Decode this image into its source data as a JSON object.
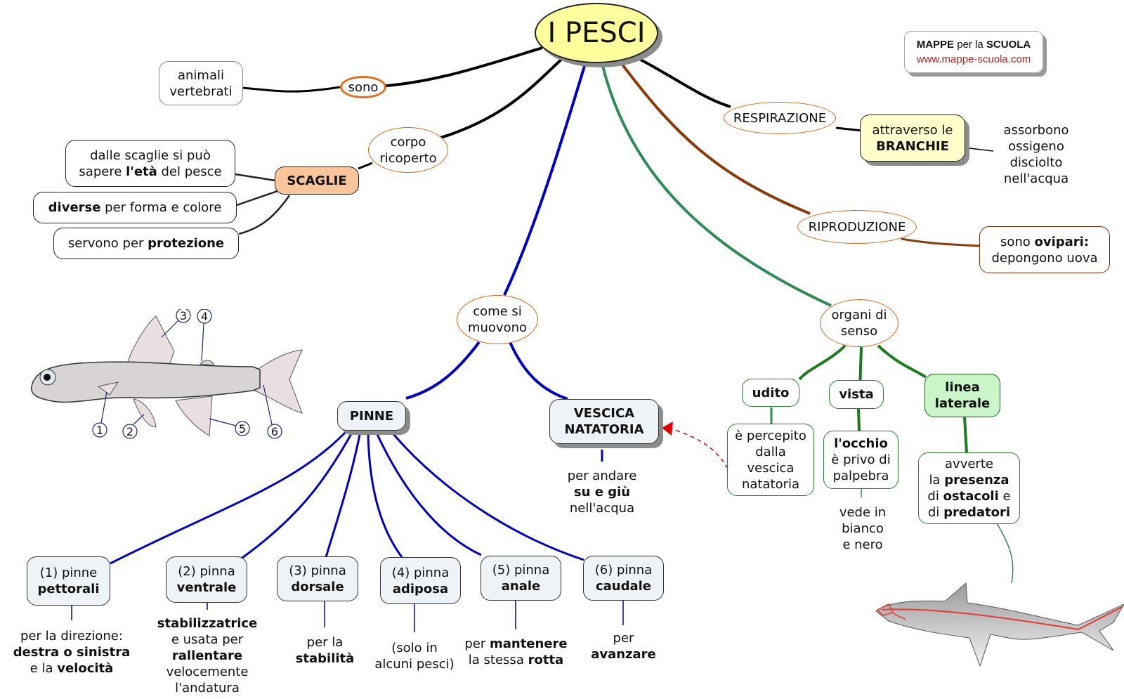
{
  "title": "I PESCI",
  "brand": {
    "line1_bold1": "MAPPE",
    "line1_mid": " per la ",
    "line1_bold2": "SCUOLA",
    "url": "www.mappe-scuola.com"
  },
  "colors": {
    "title_fill": "#ffff9e",
    "blue_link": "#0000c0",
    "green_link": "#2e8b57",
    "brown_link": "#8b3a0a",
    "dark_green": "#1e7a1e",
    "scaglie_fill": "#f8c69a",
    "fin_fill": "#eef3f7",
    "branchie_fill": "#ffffcc",
    "linea_fill": "#c9f5c9",
    "arrow_red": "#e00000"
  },
  "branches": {
    "sono": {
      "link": "sono",
      "target": [
        "animali",
        "vertebrati"
      ]
    },
    "corpo": {
      "link": [
        "corpo",
        "ricoperto"
      ],
      "node": "SCAGLIE",
      "facts": [
        {
          "pre": "dalle scaglie si può",
          "line2_pre": "sapere ",
          "bold": "l'età",
          "post": " del pesce"
        },
        {
          "bold": "diverse",
          "post": " per forma e colore"
        },
        {
          "pre": "servono per ",
          "bold": "protezione"
        }
      ]
    },
    "respirazione": {
      "link": "RESPIRAZIONE",
      "node_line1": "attraverso le",
      "node_bold": "BRANCHIE",
      "note": [
        "assorbono",
        "ossigeno",
        "disciolto",
        "nell'acqua"
      ]
    },
    "riproduzione": {
      "link": "RIPRODUZIONE",
      "node_pre": "sono ",
      "node_bold": "ovipari:",
      "node_line2": "depongono uova"
    },
    "movimento": {
      "link": [
        "come si",
        "muovono"
      ],
      "pinne": "PINNE",
      "vescica": [
        "VESCICA",
        "NATATORIA"
      ],
      "vescica_note": {
        "line1": "per andare",
        "bold": "su e giù",
        "line3": "nell'acqua"
      },
      "fins": [
        {
          "line1": "(1) pinne",
          "bold": "pettorali"
        },
        {
          "line1": "(2) pinna",
          "bold": "ventrale"
        },
        {
          "line1": "(3) pinna",
          "bold": "dorsale"
        },
        {
          "line1": "(4) pinna",
          "bold": "adiposa"
        },
        {
          "line1": "(5) pinna",
          "bold": "anale"
        },
        {
          "line1": "(6) pinna",
          "bold": "caudale"
        }
      ],
      "fin_notes": [
        {
          "l1": "per la direzione:",
          "l2b": "destra o sinistra",
          "l3pre": "e la ",
          "l3b": "velocità"
        },
        {
          "l1b": "stabilizzatrice",
          "l2": "e usata per",
          "l3b": "rallentare",
          "l4": "velocemente",
          "l5": "l'andatura"
        },
        {
          "l1": "per la",
          "l2b": "stabilità"
        },
        {
          "l1": "(solo in",
          "l2": "alcuni pesci)"
        },
        {
          "l1pre": "per ",
          "l1b": "mantenere",
          "l2pre": "la stessa ",
          "l2b": "rotta"
        },
        {
          "l1": "per",
          "l2b": "avanzare"
        }
      ]
    },
    "sensi": {
      "link": [
        "organi di",
        "senso"
      ],
      "udito": "udito",
      "udito_note": [
        "è percepito",
        "dalla",
        "vescica",
        "natatoria"
      ],
      "vista": "vista",
      "vista_note": {
        "bold": "l'occhio",
        "l2": "è privo di",
        "l3": "palpebra"
      },
      "vista_extra": [
        "vede in",
        "bianco",
        "e nero"
      ],
      "linea": [
        "linea",
        "laterale"
      ],
      "linea_note": {
        "l1": "avverte",
        "l2pre": "la ",
        "l2b": "presenza",
        "l3pre": "di ",
        "l3b": "ostacoli",
        "l3post": " e",
        "l4pre": "di ",
        "l4b": "predatori"
      }
    }
  },
  "fish_labels": [
    "1",
    "2",
    "3",
    "4",
    "5",
    "6"
  ]
}
